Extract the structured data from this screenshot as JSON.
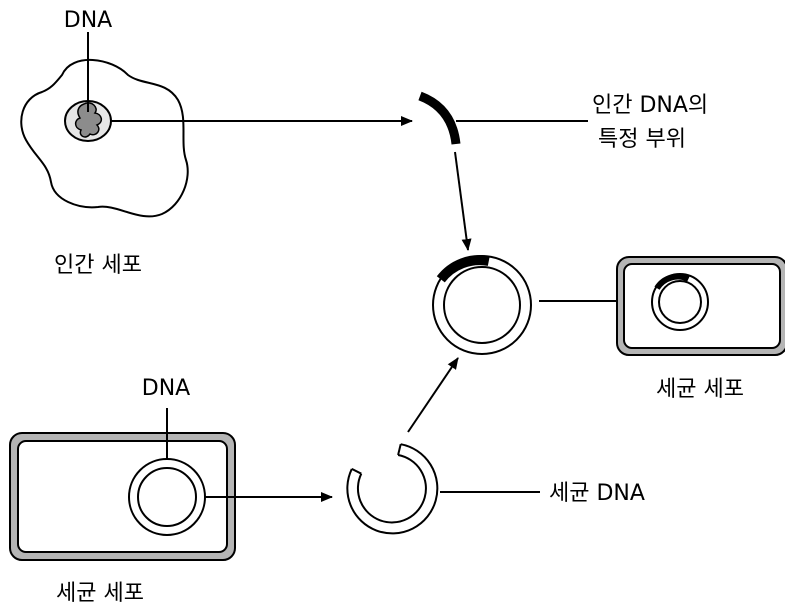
{
  "labels": {
    "human_dna": "DNA",
    "human_cell": "인간 세포",
    "human_dna_segment_line1": "인간 DNA의",
    "human_dna_segment_line2": "특정 부위",
    "bacteria_dna_top": "DNA",
    "bacteria_cell_left": "세균 세포",
    "bacteria_dna": "세균 DNA",
    "bacteria_cell_right": "세균 세포"
  },
  "colors": {
    "line": "#000000",
    "cell_wall": "#b5b5b5",
    "nucleus_fill": "#e6e6e6",
    "chromatin_fill": "#8c8c8c"
  }
}
